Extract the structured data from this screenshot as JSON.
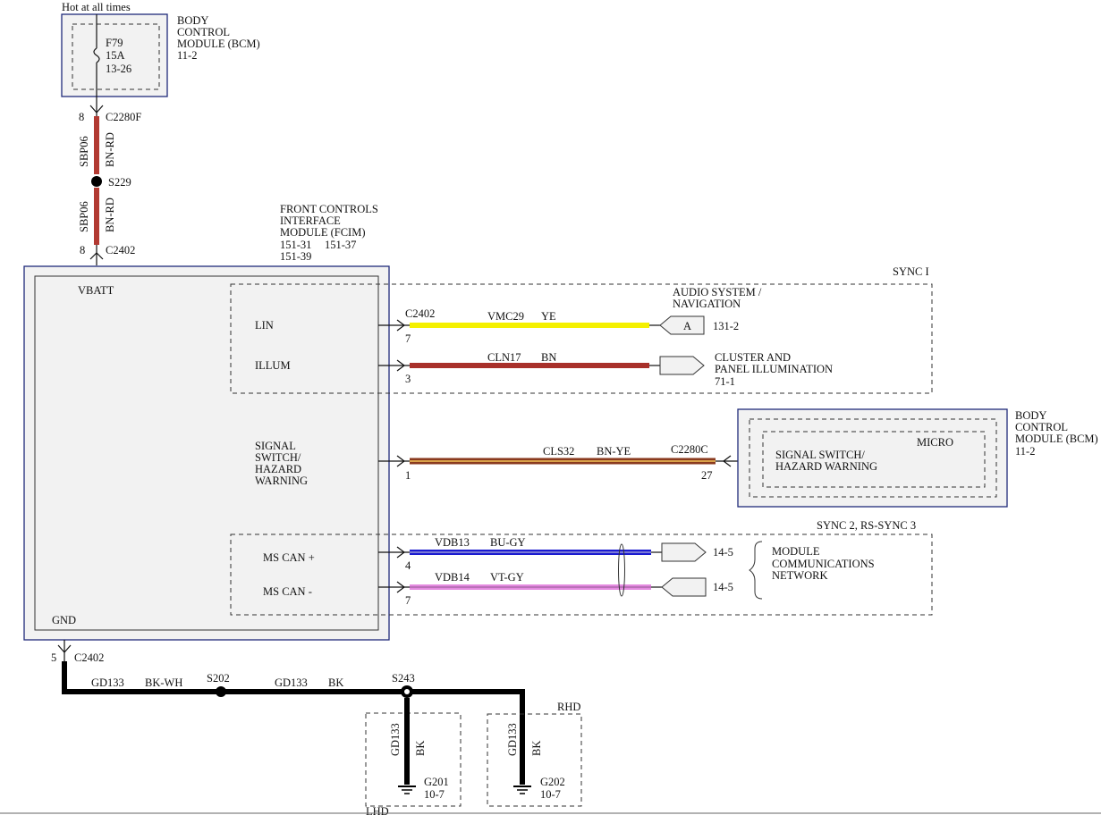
{
  "top": {
    "hot_label": "Hot at all times",
    "fuse_id": "F79",
    "fuse_amp": "15A",
    "fuse_ref": "13-26",
    "bcm_line1": "BODY",
    "bcm_line2": "CONTROL",
    "bcm_line3": "MODULE (BCM)",
    "bcm_ref": "11-2"
  },
  "feed": {
    "pin_top": "8",
    "conn_top": "C2280F",
    "wire1_circuit": "SBP06",
    "wire1_color": "BN-RD",
    "splice": "S229",
    "wire2_circuit": "SBP06",
    "wire2_color": "BN-RD",
    "pin_bottom": "8",
    "conn_bottom": "C2402"
  },
  "fcim": {
    "line1": "FRONT CONTROLS",
    "line2": "INTERFACE",
    "line3": "MODULE (FCIM)",
    "ref1": "151-31",
    "ref2": "151-37",
    "ref3": "151-39",
    "vbatt": "VBATT",
    "gnd": "GND",
    "lin": "LIN",
    "illum": "ILLUM",
    "sig1": "SIGNAL",
    "sig2": "SWITCH/",
    "sig3": "HAZARD",
    "sig4": "WARNING",
    "can_plus": "MS CAN +",
    "can_minus": "MS CAN -"
  },
  "sync1": {
    "label": "SYNC I",
    "conn": "C2402",
    "lin_pin": "7",
    "lin_circuit": "VMC29",
    "lin_color": "YE",
    "audio1": "AUDIO SYSTEM /",
    "audio2": "NAVIGATION",
    "audio_letter": "A",
    "audio_ref": "131-2",
    "illum_pin": "3",
    "illum_circuit": "CLN17",
    "illum_color": "BN",
    "cluster1": "CLUSTER AND",
    "cluster2": "PANEL ILLUMINATION",
    "cluster_ref": "71-1"
  },
  "signal": {
    "pin_left": "1",
    "circuit": "CLS32",
    "color": "BN-YE",
    "conn": "C2280C",
    "pin_right": "27",
    "micro": "MICRO",
    "sw1": "SIGNAL SWITCH/",
    "sw2": "HAZARD WARNING",
    "bcm1": "BODY",
    "bcm2": "CONTROL",
    "bcm3": "MODULE (BCM)",
    "bcm_ref": "11-2"
  },
  "sync2": {
    "label": "SYNC 2, RS-SYNC 3",
    "canp_pin": "4",
    "canp_circuit": "VDB13",
    "canp_color": "BU-GY",
    "canp_ref": "14-5",
    "canm_pin": "7",
    "canm_circuit": "VDB14",
    "canm_color": "VT-GY",
    "canm_ref": "14-5",
    "net1": "MODULE",
    "net2": "COMMUNICATIONS",
    "net3": "NETWORK"
  },
  "ground": {
    "pin": "5",
    "conn": "C2402",
    "w1_circuit": "GD133",
    "w1_color": "BK-WH",
    "splice1": "S202",
    "w2_circuit": "GD133",
    "w2_color": "BK",
    "splice2": "S243",
    "g1_circuit": "GD133",
    "g1_color": "BK",
    "g1_id": "G201",
    "g1_ref": "10-7",
    "lhd": "LHD",
    "g2_circuit": "GD133",
    "g2_color": "BK",
    "g2_id": "G202",
    "g2_ref": "10-7",
    "rhd": "RHD"
  },
  "colors": {
    "bn_rd": "#b23a32",
    "ye": "#f4f000",
    "bn": "#a8302a",
    "bn_ye_a": "#8a3a1e",
    "bn_ye_b": "#d9a24a",
    "bu": "#1a1ad0",
    "vt": "#e48ae0",
    "bk": "#000000",
    "module_border": "#1f2a7a"
  }
}
